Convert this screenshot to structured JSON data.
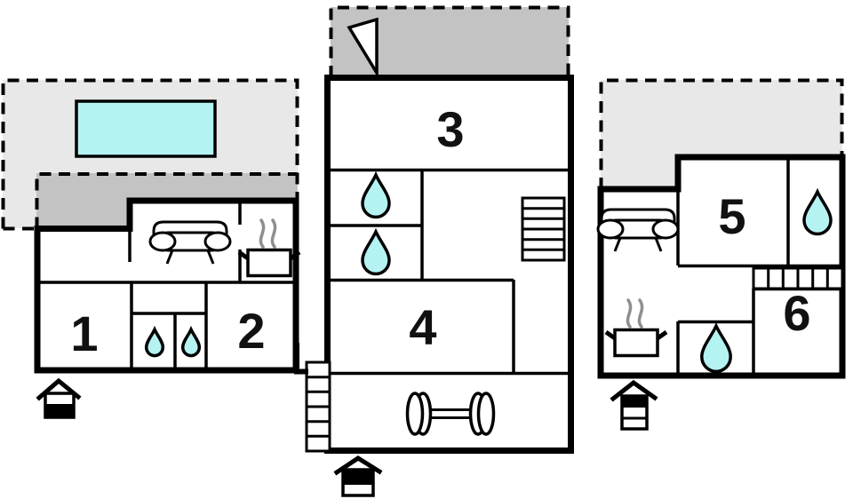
{
  "plan": {
    "title": "Holiday home floor plan",
    "colors": {
      "wall": "#000000",
      "terrace_light": "#e8e8e8",
      "terrace_dark": "#c3c3c3",
      "water": "#b5f3f3",
      "steam": "#8f8f8f",
      "background": "#ffffff",
      "label": "#111111"
    },
    "rooms": [
      {
        "id": "room-1",
        "label": "1"
      },
      {
        "id": "room-2",
        "label": "2"
      },
      {
        "id": "room-3",
        "label": "3"
      },
      {
        "id": "room-4",
        "label": "4"
      },
      {
        "id": "room-5",
        "label": "5"
      },
      {
        "id": "room-6",
        "label": "6"
      }
    ],
    "symbols": [
      "pool",
      "shower-drop",
      "sofa",
      "stove-pot",
      "steam",
      "dumbbell",
      "staircase",
      "external-staircase",
      "entrance-arrow",
      "awning-triangle",
      "terrace-dashed",
      "covered-terrace-dashed"
    ]
  }
}
